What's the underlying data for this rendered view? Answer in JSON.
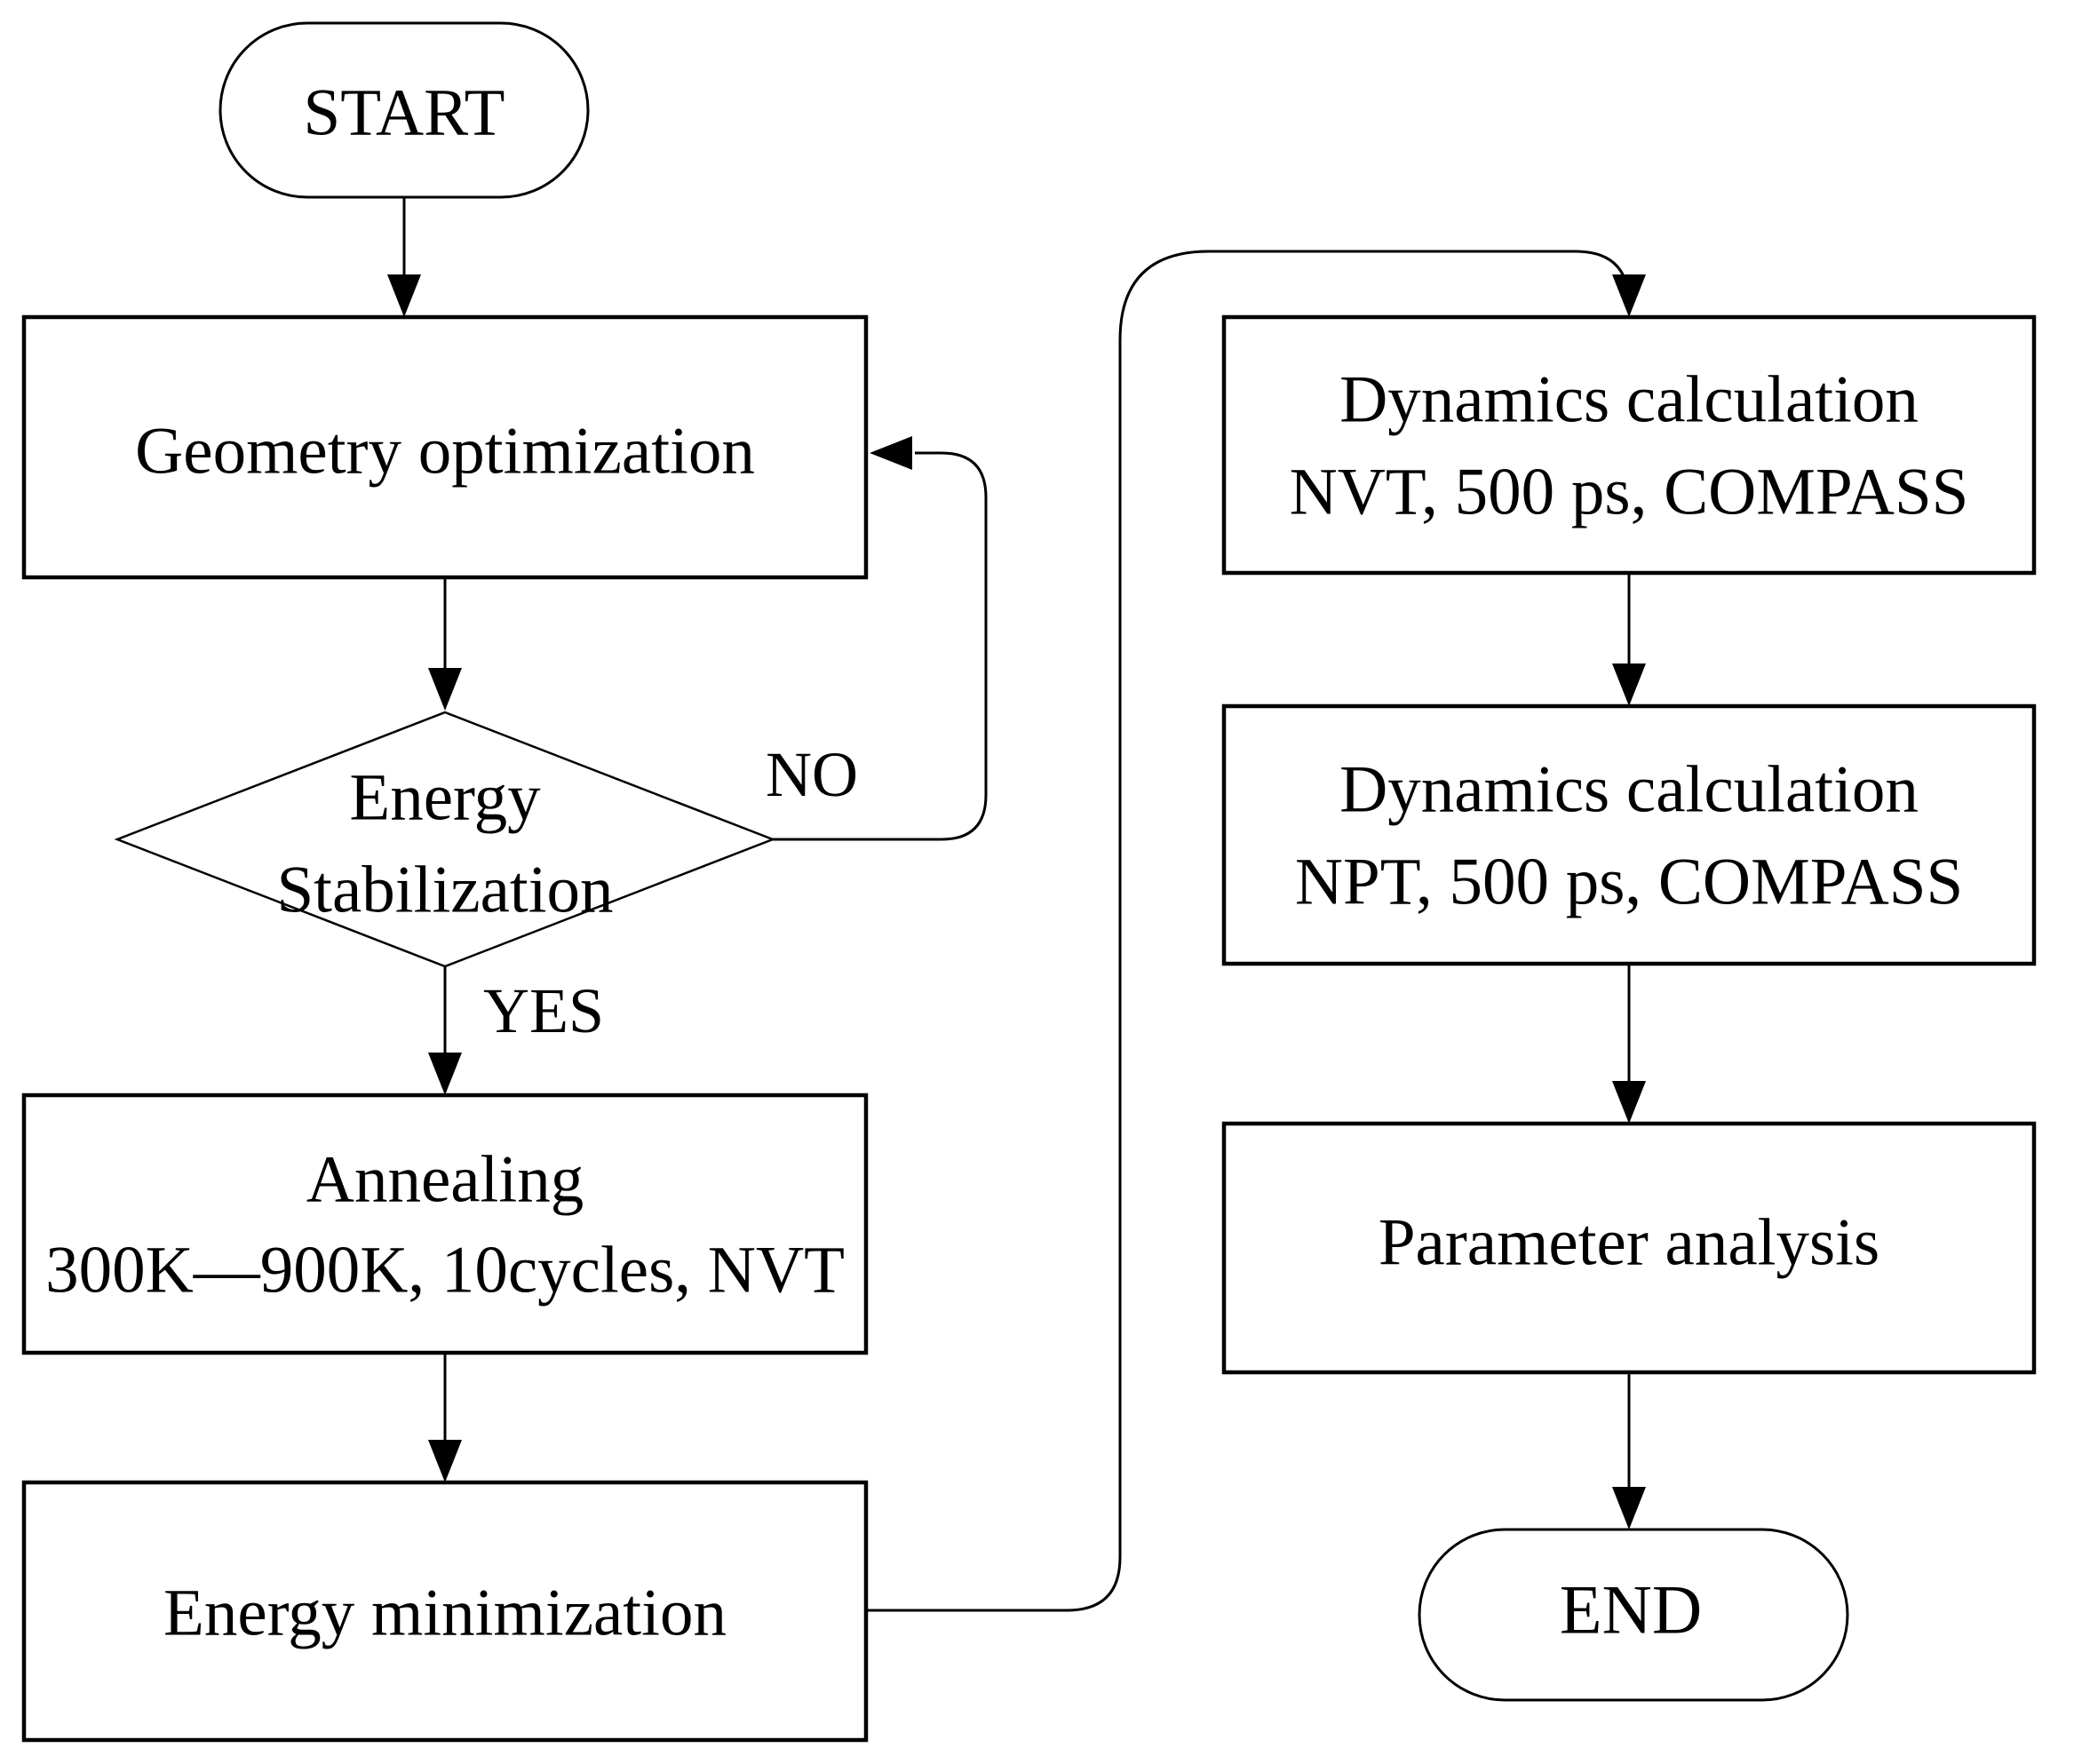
{
  "colors": {
    "background": "#ffffff",
    "stroke": "#000000",
    "text": "#000000"
  },
  "nodes": {
    "start": {
      "label": "START",
      "shape": "stadium"
    },
    "geometry_optimization": {
      "label": "Geometry optimization",
      "shape": "rect"
    },
    "energy_stabilization": {
      "line1": "Energy",
      "line2": "Stabilization",
      "shape": "diamond"
    },
    "annealing": {
      "line1": "Annealing",
      "line2": "300K—900K, 10cycles, NVT",
      "shape": "rect"
    },
    "energy_minimization": {
      "label": "Energy minimization",
      "shape": "rect"
    },
    "dynamics_nvt": {
      "line1": "Dynamics calculation",
      "line2": "NVT, 500 ps, COMPASS",
      "shape": "rect"
    },
    "dynamics_npt": {
      "line1": "Dynamics calculation",
      "line2": "NPT, 500 ps, COMPASS",
      "shape": "rect"
    },
    "parameter_analysis": {
      "label": "Parameter analysis",
      "shape": "rect"
    },
    "end": {
      "label": "END",
      "shape": "stadium"
    }
  },
  "edge_labels": {
    "yes": "YES",
    "no": "NO"
  }
}
